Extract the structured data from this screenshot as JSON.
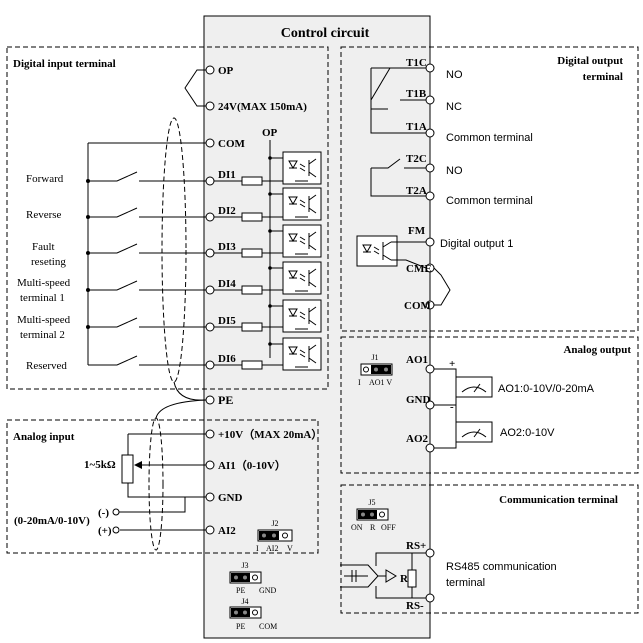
{
  "title": "Control circuit",
  "sections": {
    "digital_input": "Digital input terminal",
    "digital_output_1": "Digital output",
    "digital_output_2": "terminal",
    "analog_input": "Analog input",
    "analog_output": "Analog output",
    "communication": "Communication terminal"
  },
  "left_terminals": {
    "op": "OP",
    "v24": "24V(MAX 150mA)",
    "com": "COM",
    "op_top": "OP",
    "di1": "DI1",
    "di2": "DI2",
    "di3": "DI3",
    "di4": "DI4",
    "di5": "DI5",
    "di6": "DI6",
    "pe": "PE",
    "v10": "+10V（MAX 20mA）",
    "ai1": "AI1（0-10V）",
    "gnd": "GND",
    "ai2": "AI2"
  },
  "input_labels": {
    "forward": "Forward",
    "reverse": "Reverse",
    "fault_1": "Fault",
    "fault_2": "reseting",
    "ms1_1": "Multi-speed",
    "ms1_2": "terminal 1",
    "ms2_1": "Multi-speed",
    "ms2_2": "terminal 2",
    "reserved": "Reserved",
    "pot": "1~5kΩ",
    "minus": "(-)",
    "plus": "(+)",
    "ai2_range": "(0-20mA/0-10V)"
  },
  "jumpers": {
    "j1": "J1",
    "j1_i": "I",
    "j1_v": "AO1 V",
    "j2": "J2",
    "j2_i": "I",
    "j2_ai2": "AI2",
    "j2_v": "V",
    "j3": "J3",
    "j3_pe": "PE",
    "j3_gnd": "GND",
    "j4": "J4",
    "j4_pe": "PE",
    "j4_com": "COM",
    "j5": "J5",
    "j5_on": "ON",
    "j5_r": "R",
    "j5_off": "OFF"
  },
  "right_terminals": {
    "t1c": "T1C",
    "t1b": "T1B",
    "t1a": "T1A",
    "t2c": "T2C",
    "t2a": "T2A",
    "fm": "FM",
    "cme": "CME",
    "com": "COM",
    "ao1": "AO1",
    "gnd": "GND",
    "ao2": "AO2",
    "rs_plus": "RS+",
    "rs_minus": "RS-",
    "r_label": "R"
  },
  "output_labels": {
    "nc1": "NO",
    "nc2": "NC",
    "common1": "Common terminal",
    "nc3": "NO",
    "common2": "Common terminal",
    "digital_output_1": "Digital output 1",
    "ao1_range": "AO1:0-10V/0-20mA",
    "ao2_range": "AO2:0-10V",
    "plus": "+",
    "minus": "-",
    "rs485_1": "RS485 communication",
    "rs485_2": "terminal"
  }
}
